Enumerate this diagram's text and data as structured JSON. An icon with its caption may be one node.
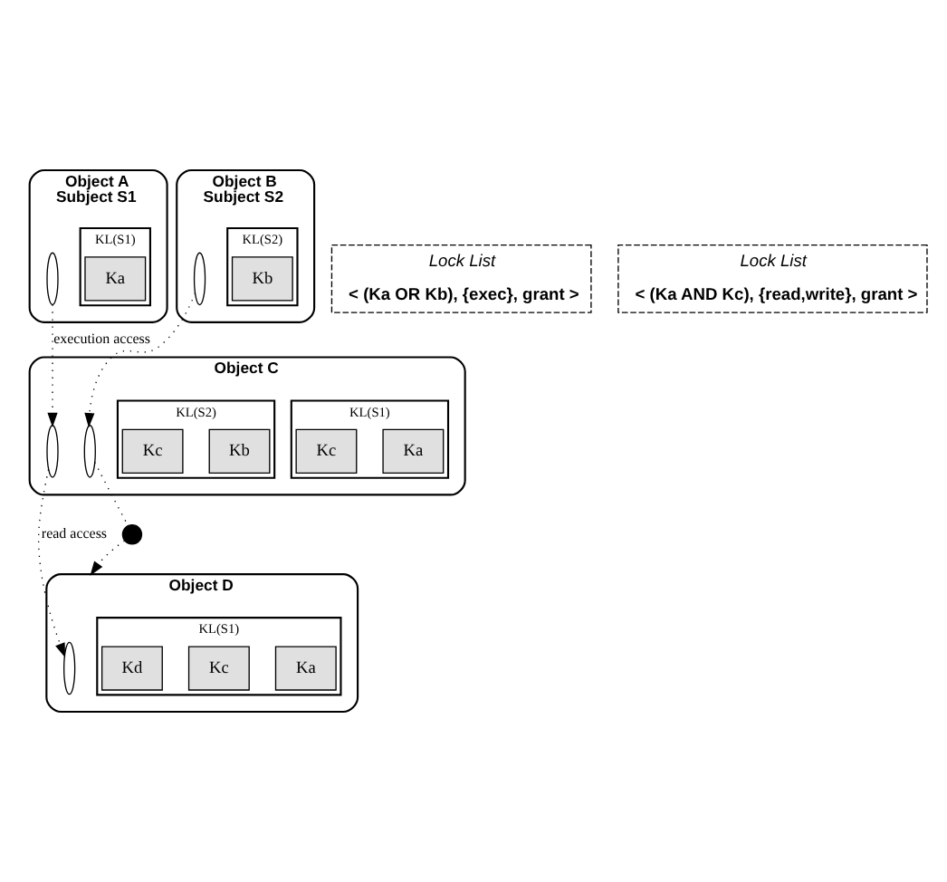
{
  "diagram": {
    "nodes": [
      {
        "text": [
          "Object A",
          "Subject S1"
        ]
      },
      {
        "text": [
          "KL(S1)"
        ],
        "in": 0
      },
      {
        "text": [
          "Ka"
        ],
        "in": 1
      },
      {
        "text": [],
        "shape": "wave",
        "in": 0
      },
      {
        "text": [
          "Object B",
          "Subject S2"
        ]
      },
      {
        "text": [],
        "shape": "wave",
        "in": 4
      },
      {
        "text": [
          "KL(S2)"
        ],
        "in": 4
      },
      {
        "text": [
          "Kb"
        ],
        "in": 6
      },
      {
        "text": [
          "Object C"
        ]
      },
      {
        "text": [
          "KL(S1)"
        ],
        "in": 8
      },
      {
        "text": [
          "Ka"
        ],
        "in": 9
      },
      {
        "text": [
          "Kc"
        ],
        "in": 9
      },
      {
        "text": [],
        "shape": "wave",
        "in": 8
      },
      {
        "text": [],
        "shape": "wave",
        "in": 8
      },
      {
        "text": [
          "KL(S2)"
        ],
        "in": 8
      },
      {
        "text": [
          "Kb"
        ],
        "in": 14
      },
      {
        "text": [
          "Kc"
        ],
        "in": 14
      },
      {
        "text": [
          "Lock List",
          "< (Ka OR Kb), {exec}, grant >"
        ]
      },
      {
        "text": [],
        "shape": "cross"
      },
      {
        "text": [
          "Object D"
        ]
      },
      {
        "text": [],
        "shape": "wave",
        "in": 19
      },
      {
        "text": [
          "KL(S1)"
        ],
        "in": 19
      },
      {
        "text": [
          "Ka"
        ],
        "in": 21
      },
      {
        "text": [
          "Kc"
        ],
        "in": 21
      },
      {
        "text": [
          "Kd"
        ],
        "in": 21
      },
      {
        "text": [
          "Lock List",
          "< (Ka AND Kc), {read,write}, grant >"
        ]
      }
    ],
    "edges": [
      {
        "from": 3,
        "to": 12,
        "arrow": "to",
        "label": "execution access",
        "style": "dashed"
      },
      {
        "from": 5,
        "to": 13,
        "arrow": "to",
        "style": "dashed"
      },
      {
        "from": 12,
        "to": 20,
        "arrow": "to",
        "label": "read access",
        "style": "dashed"
      },
      {
        "from": 13,
        "to": 18,
        "arrow": "none",
        "style": "dashed"
      },
      {
        "from": 18,
        "to": 19,
        "arrow": "to",
        "style": "dashed"
      }
    ]
  }
}
